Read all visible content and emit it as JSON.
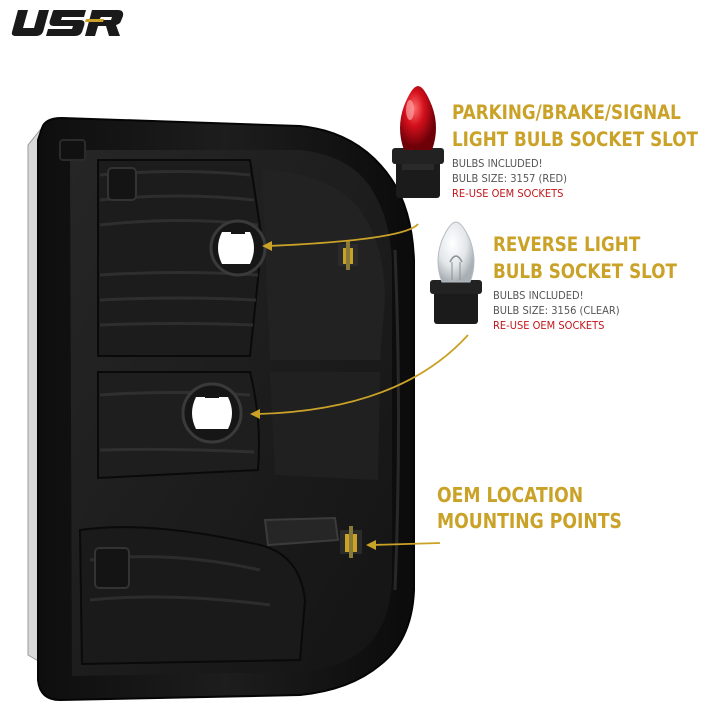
{
  "brand": {
    "logo_text": "USR",
    "accent_color": "#c9a227",
    "logo_color": "#1a1a1a"
  },
  "callouts": {
    "brake": {
      "title_line1": "PARKING/BRAKE/SIGNAL",
      "title_line2": "LIGHT BULB SOCKET SLOT",
      "line1": "BULBS INCLUDED!",
      "line2": "BULB SIZE: 3157 (RED)",
      "line3": "RE-USE OEM SOCKETS"
    },
    "reverse": {
      "title_line1": "REVERSE LIGHT",
      "title_line2": "BULB SOCKET SLOT",
      "line1": "BULBS INCLUDED!",
      "line2": "BULB SIZE: 3156 (CLEAR)",
      "line3": "RE-USE OEM SOCKETS"
    },
    "oem": {
      "title_line1": "OEM LOCATION",
      "title_line2": "MOUNTING POINTS"
    }
  },
  "colors": {
    "housing": "#161616",
    "red_bulb": "#c8101e",
    "clear_bulb": "#e8ecef",
    "socket": "#1b1b1b",
    "warning_text": "#c0161b"
  }
}
